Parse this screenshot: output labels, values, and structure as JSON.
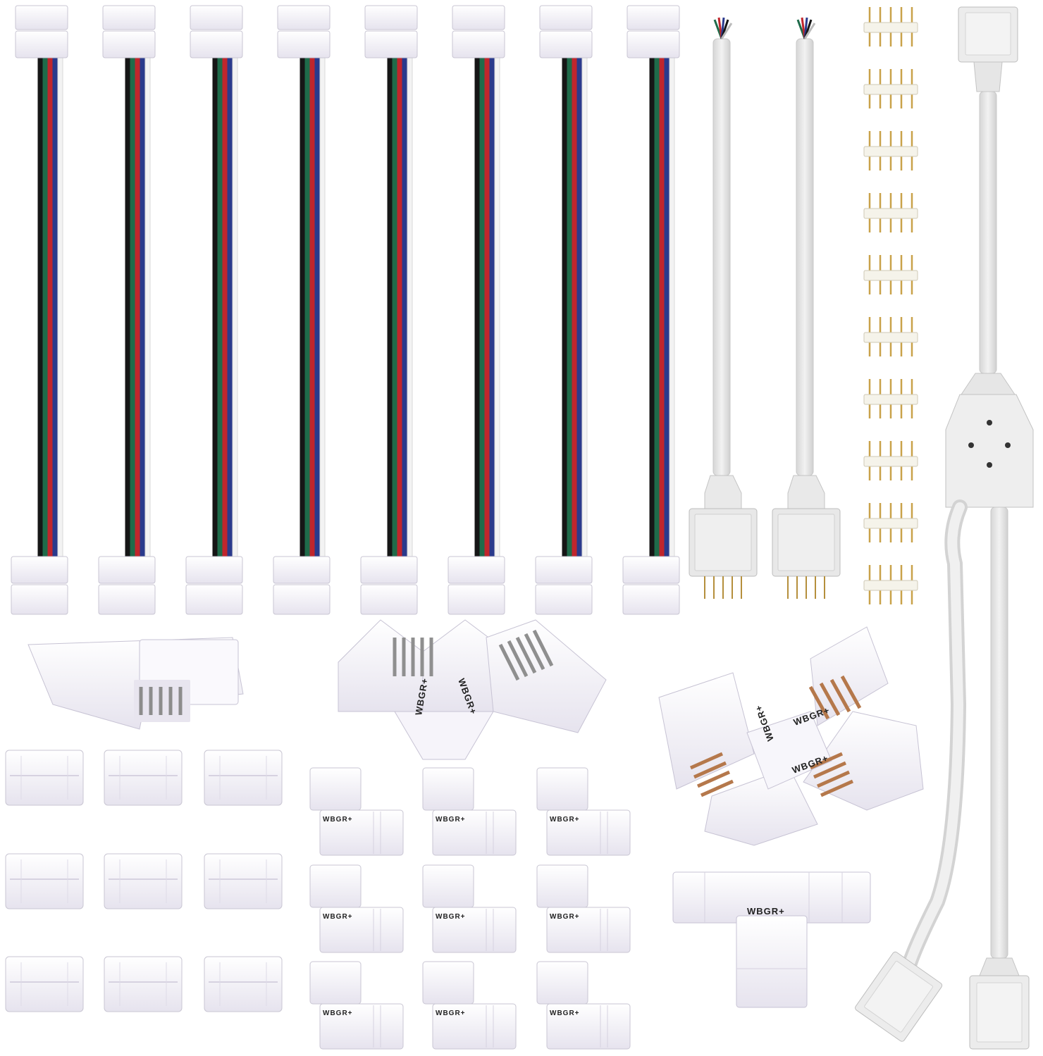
{
  "image": {
    "background": "#ffffff",
    "subject": "WBGR+"
  },
  "colors": {
    "wire_white": "#f3f3f3",
    "wire_blue": "#2a3a8c",
    "wire_red": "#c0262c",
    "wire_green": "#1f6b4a",
    "wire_black": "#161616",
    "connector_body": "#f4f2f8",
    "connector_shade": "#d9d6e3",
    "pin_gold": "#c9a24a",
    "cable_grey": "#e4e4e4"
  },
  "labels": {
    "corner_print_a": "WBGR+",
    "corner_print_b": "WBGR+",
    "cross_print_a": "WBGR+",
    "cross_print_b": "WBGR+",
    "cross_print_c": "WBGR+",
    "tee_print": "WBGR+",
    "small_l_print": "WBGR+"
  }
}
